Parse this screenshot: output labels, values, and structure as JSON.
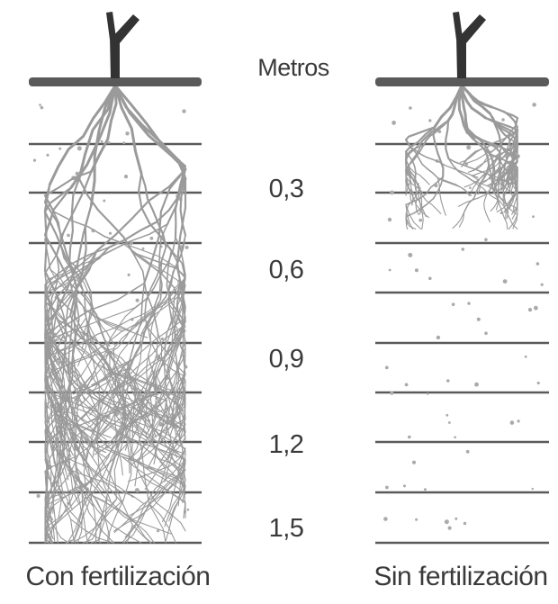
{
  "unit_label": "Metros",
  "depth_labels": [
    "0,3",
    "0,6",
    "0,9",
    "1,2",
    "1,5"
  ],
  "panels": [
    {
      "caption": "Con fertilización",
      "root_depth_m": 1.5
    },
    {
      "caption": "Sin fertilización",
      "root_depth_m": 0.45
    }
  ],
  "colors": {
    "soil_line": "#5a5a5a",
    "stem": "#333333",
    "roots": "#9a9a9a",
    "particles": "#aaaaaa",
    "text": "#3a3a3a"
  }
}
